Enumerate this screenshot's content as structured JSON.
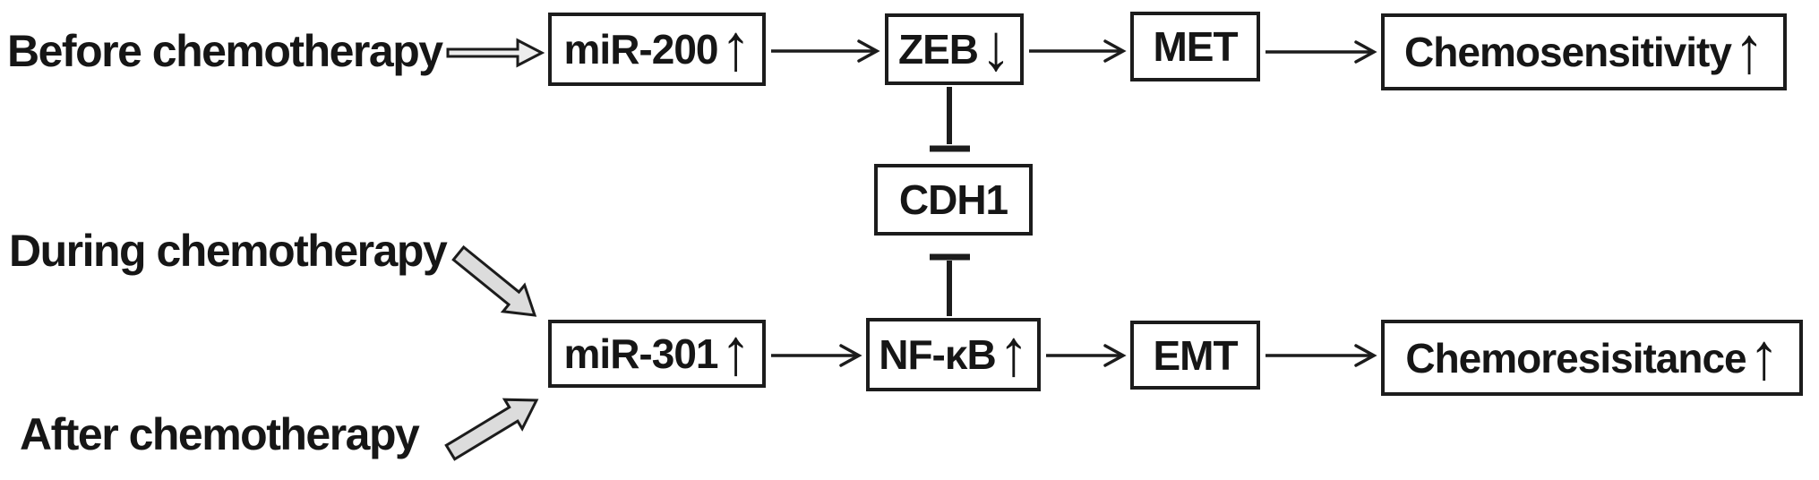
{
  "figure": {
    "type": "signaling-pathway-diagram",
    "background": "#ffffff",
    "ink_color": "#1c1c1c",
    "block_arrow_fill": "#dcdcdc"
  },
  "labels": {
    "before": "Before chemotherapy",
    "during": "During chemotherapy",
    "after": "After chemotherapy"
  },
  "nodes": {
    "mir200": {
      "label": "miR-200",
      "arrow": "↑"
    },
    "zeb": {
      "label": "ZEB",
      "arrow": "↓"
    },
    "met": {
      "label": "MET",
      "arrow": ""
    },
    "chemosensitivity": {
      "label": "Chemosensitivity",
      "arrow": "↑"
    },
    "cdh1": {
      "label": "CDH1",
      "arrow": ""
    },
    "mir301": {
      "label": "miR-301",
      "arrow": "↑"
    },
    "nfkb": {
      "label": "NF-κB",
      "arrow": "↑"
    },
    "emt": {
      "label": "EMT",
      "arrow": ""
    },
    "chemoresistance": {
      "label": "Chemoresisitance",
      "arrow": "↑"
    }
  },
  "edges": [
    {
      "from": "Before chemotherapy",
      "to": "miR-200",
      "type": "block-arrow"
    },
    {
      "from": "miR-200",
      "to": "ZEB",
      "type": "activation"
    },
    {
      "from": "ZEB",
      "to": "MET",
      "type": "activation"
    },
    {
      "from": "MET",
      "to": "Chemosensitivity",
      "type": "activation"
    },
    {
      "from": "ZEB",
      "to": "CDH1",
      "type": "inhibition"
    },
    {
      "from": "During chemotherapy",
      "to": "miR-301",
      "type": "block-arrow"
    },
    {
      "from": "After chemotherapy",
      "to": "miR-301",
      "type": "block-arrow"
    },
    {
      "from": "miR-301",
      "to": "NF-κB",
      "type": "activation"
    },
    {
      "from": "NF-κB",
      "to": "EMT",
      "type": "activation"
    },
    {
      "from": "NF-κB",
      "to": "CDH1",
      "type": "inhibition"
    },
    {
      "from": "EMT",
      "to": "Chemoresisitance",
      "type": "activation"
    }
  ]
}
